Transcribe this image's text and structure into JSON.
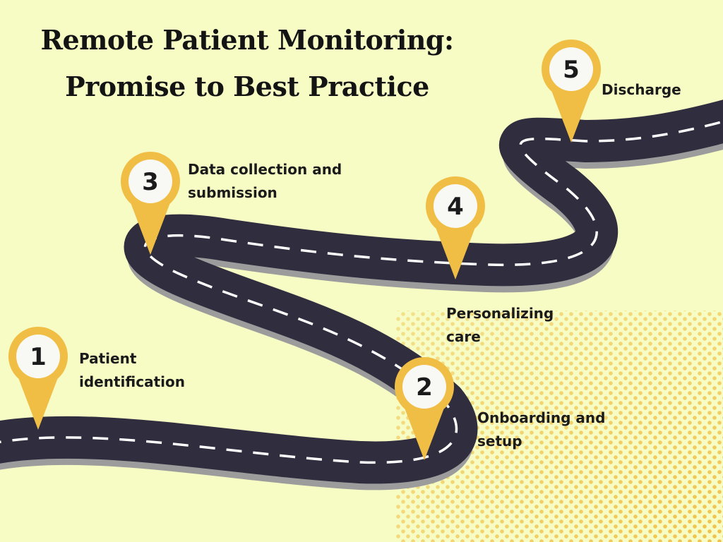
{
  "header": {
    "title_line1": "Remote Patient Monitoring:",
    "title_line2": "Promise to Best Practice"
  },
  "steps": [
    {
      "number": "1",
      "line1": "Patient",
      "line2": "identification"
    },
    {
      "number": "2",
      "line1": "Onboarding and",
      "line2": "setup"
    },
    {
      "number": "3",
      "line1": "Data collection and",
      "line2": "submission"
    },
    {
      "number": "4",
      "line1": "Personalizing",
      "line2": "care"
    },
    {
      "number": "5",
      "line1": "Discharge",
      "line2": ""
    }
  ],
  "colors": {
    "background": "#f7fbc4",
    "road": "#2f2d3e",
    "road_edge": "#9c9c9c",
    "lane_marking": "#ffffff",
    "pin": "#f0be45",
    "dots": "#f0c24a"
  }
}
